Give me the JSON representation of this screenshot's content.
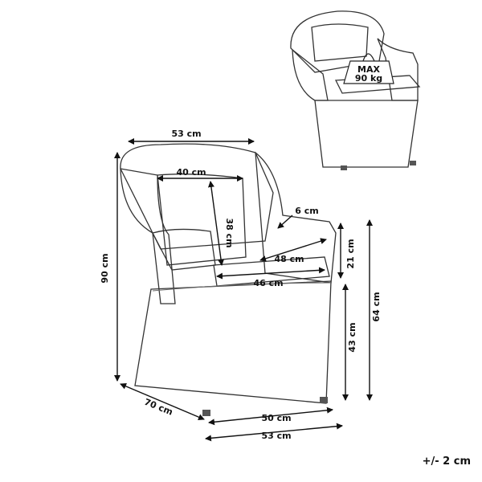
{
  "weight_label": {
    "line1": "MAX",
    "line2": "90 kg"
  },
  "dimensions": {
    "top_width": "53 cm",
    "back_inner_width": "40 cm",
    "back_height": "38 cm",
    "arm_width": "6 cm",
    "arm_depth": "48 cm",
    "seat_width": "46 cm",
    "arm_height": "21 cm",
    "seat_height": "43 cm",
    "armrest_height": "64 cm",
    "total_height": "90 cm",
    "depth": "70 cm",
    "base_width_inner": "50 cm",
    "base_width_outer": "53 cm"
  },
  "tolerance": "+/- 2 cm"
}
